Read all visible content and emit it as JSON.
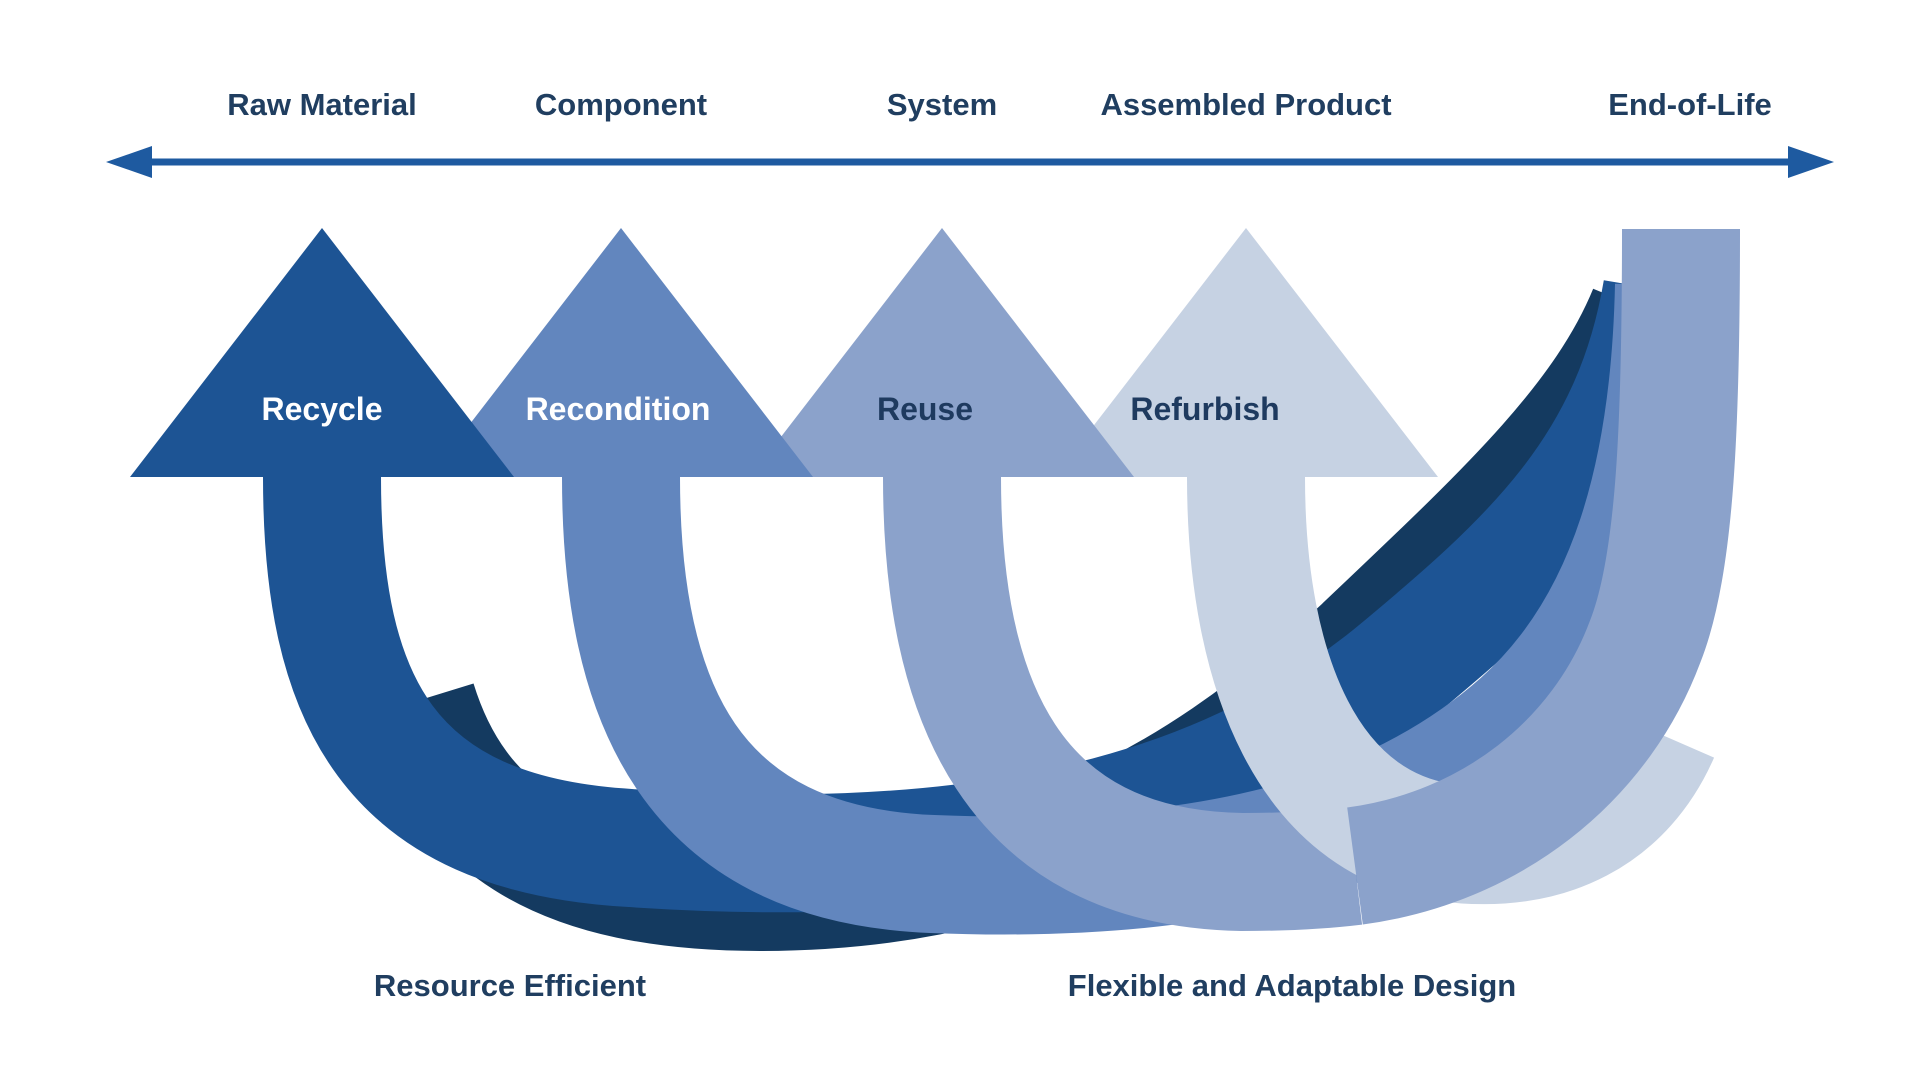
{
  "diagram": {
    "background": "#FFFFFF",
    "text_color": "#203E60",
    "shadow_color": "#143A60",
    "axis": {
      "color": "#1E5AA0",
      "stages": [
        {
          "label": "Raw Material"
        },
        {
          "label": "Component"
        },
        {
          "label": "System"
        },
        {
          "label": "Assembled Product"
        },
        {
          "label": "End-of-Life"
        }
      ]
    },
    "loops": [
      {
        "label": "Recycle",
        "color": "#1D5494",
        "label_color": "#FFFFFF"
      },
      {
        "label": "Recondition",
        "color": "#6286BE",
        "label_color": "#FFFFFF"
      },
      {
        "label": "Reuse",
        "color": "#8BA2CB",
        "label_color": "#1E3A5F"
      },
      {
        "label": "Refurbish",
        "color": "#C6D2E3",
        "label_color": "#1E3A5F"
      }
    ],
    "captions": [
      {
        "label": "Resource Efficient"
      },
      {
        "label": "Flexible and Adaptable Design"
      }
    ]
  }
}
